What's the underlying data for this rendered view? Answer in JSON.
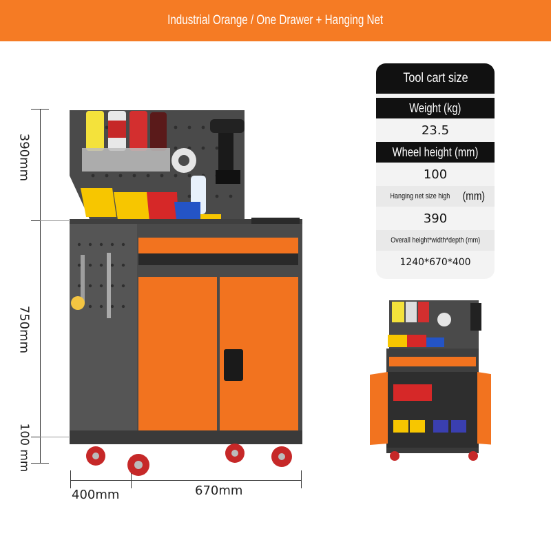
{
  "banner": {
    "text": "Industrial Orange / One Drawer + Hanging Net"
  },
  "dimensions": {
    "net_height": "390mm",
    "body_height": "750mm",
    "wheel_height": "100 mm",
    "depth": "400mm",
    "width": "670mm"
  },
  "spec": {
    "title": "Tool cart size",
    "rows": [
      {
        "label": "Weight (kg)",
        "value": "23.5"
      },
      {
        "label": "Wheel height (mm)",
        "value": "100"
      },
      {
        "label_small": "Hanging net size high",
        "label_unit": "(mm)",
        "value": "390"
      },
      {
        "label_small": "Overall height*width*depth (mm)",
        "value": "1240*670*400"
      }
    ]
  },
  "colors": {
    "accent": "#f57b24",
    "cabinet": "#4a4a4a",
    "door": "#f2731f"
  }
}
